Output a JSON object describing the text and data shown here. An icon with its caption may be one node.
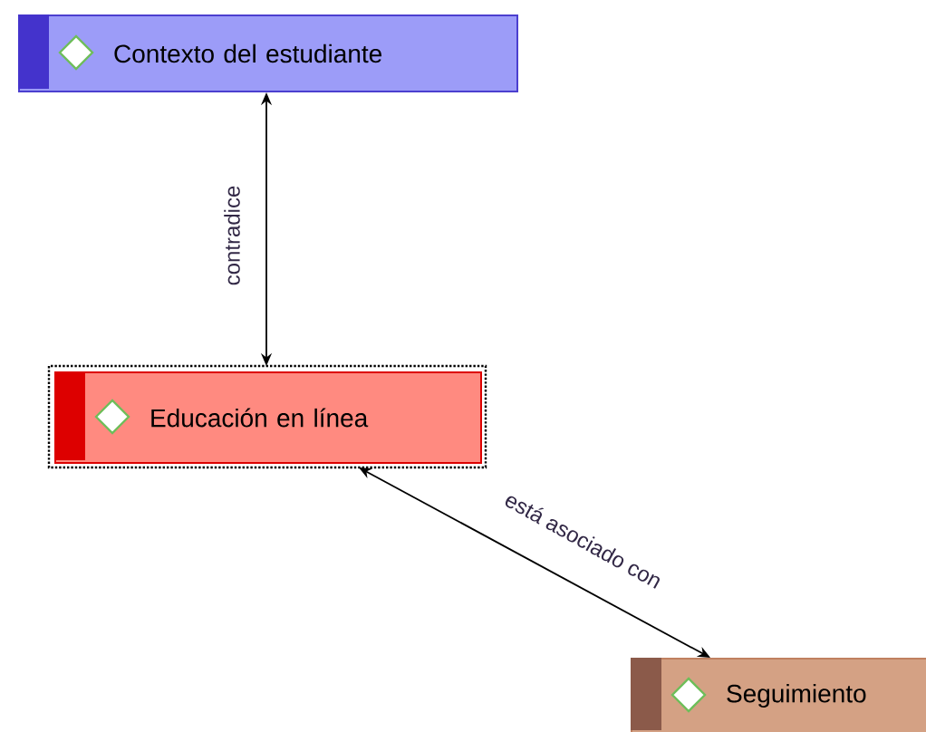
{
  "diagram": {
    "nodes": [
      {
        "text": [
          "Contexto del estudiante"
        ]
      },
      {
        "text": [
          "Educación en línea"
        ]
      },
      {
        "text": [
          "Seguimiento"
        ]
      }
    ],
    "edges": [
      {
        "from": 0,
        "to": 1,
        "arrow": "both",
        "label": "contradice"
      },
      {
        "from": 1,
        "to": 2,
        "arrow": "both",
        "label": "está asociado con"
      }
    ]
  }
}
